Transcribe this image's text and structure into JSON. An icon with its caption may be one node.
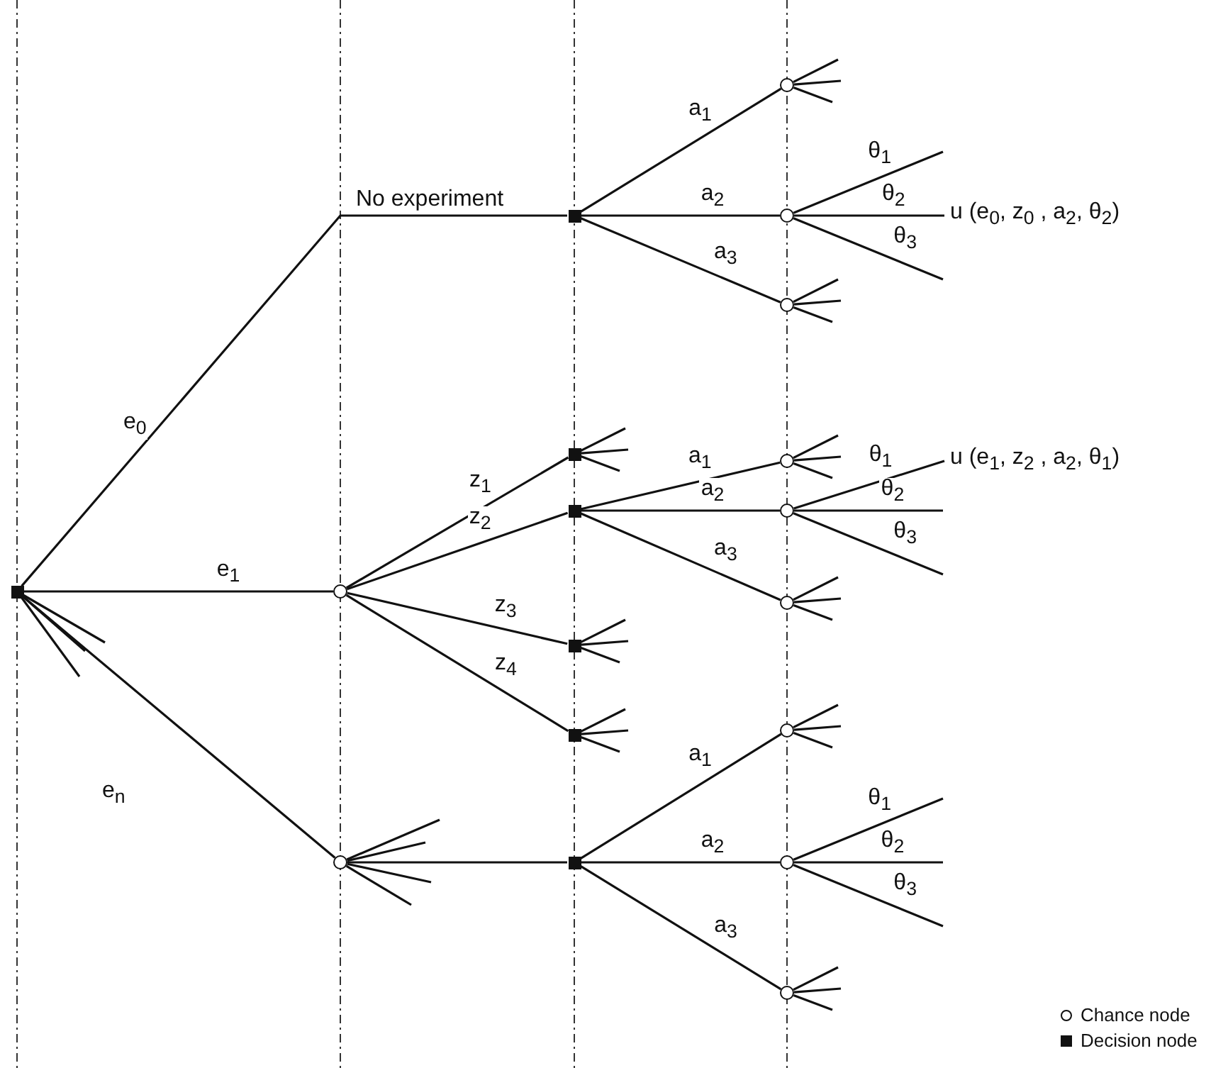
{
  "diagram": {
    "nodes": [
      {
        "text": [],
        "shape": "box"
      },
      {
        "text": [],
        "shape": "box"
      },
      {
        "text": [],
        "shape": "circle"
      },
      {
        "text": [],
        "shape": "circle"
      },
      {
        "text": [],
        "shape": "circle"
      },
      {
        "text": [
          "u (e$_{0}$, z$_{0}$ , a$_{2}$, θ$_{2}$)"
        ]
      },
      {
        "text": [],
        "shape": "circle"
      },
      {
        "text": [],
        "shape": "box"
      },
      {
        "text": [],
        "shape": "box"
      },
      {
        "text": [],
        "shape": "box"
      },
      {
        "text": [],
        "shape": "box"
      },
      {
        "text": [],
        "shape": "circle"
      },
      {
        "text": [],
        "shape": "circle"
      },
      {
        "text": [],
        "shape": "circle"
      },
      {
        "text": [
          "u (e$_{1}$, z$_{2}$ , a$_{2}$, θ$_{1}$)"
        ]
      },
      {
        "text": [],
        "shape": "circle"
      },
      {
        "text": [],
        "shape": "box"
      },
      {
        "text": [],
        "shape": "circle"
      },
      {
        "text": [],
        "shape": "circle"
      },
      {
        "text": [],
        "shape": "circle"
      }
    ],
    "edges": [
      {
        "from": 0,
        "to": 1,
        "arrow": "none",
        "label": "e$_{0}$"
      },
      {
        "from": 0,
        "to": 6,
        "arrow": "none",
        "label": "e$_{1}$"
      },
      {
        "from": 0,
        "to": 15,
        "arrow": "none",
        "label": "e$_{n}$"
      },
      {
        "from": 0,
        "to": null,
        "arrow": "none"
      },
      {
        "from": 0,
        "to": null,
        "arrow": "none"
      },
      {
        "from": 0,
        "to": null,
        "arrow": "none"
      },
      {
        "from": 1,
        "to": 2,
        "arrow": "none",
        "label": "a$_{1}$"
      },
      {
        "from": 1,
        "to": 3,
        "arrow": "none",
        "label": "a$_{2}$"
      },
      {
        "from": 1,
        "to": 4,
        "arrow": "none",
        "label": "a$_{3}$"
      },
      {
        "from": 2,
        "to": null,
        "arrow": "none"
      },
      {
        "from": 2,
        "to": null,
        "arrow": "none"
      },
      {
        "from": 2,
        "to": null,
        "arrow": "none"
      },
      {
        "from": 3,
        "to": null,
        "arrow": "none",
        "label": "θ$_{1}$"
      },
      {
        "from": 3,
        "to": 5,
        "arrow": "none",
        "label": "θ$_{2}$"
      },
      {
        "from": 3,
        "to": null,
        "arrow": "none",
        "label": "θ$_{3}$"
      },
      {
        "from": 4,
        "to": null,
        "arrow": "none"
      },
      {
        "from": 4,
        "to": null,
        "arrow": "none"
      },
      {
        "from": 4,
        "to": null,
        "arrow": "none"
      },
      {
        "from": 6,
        "to": 7,
        "arrow": "none",
        "label": "z$_{1}$"
      },
      {
        "from": 6,
        "to": 8,
        "arrow": "none",
        "label": "z$_{2}$"
      },
      {
        "from": 6,
        "to": 9,
        "arrow": "none",
        "label": "z$_{3}$"
      },
      {
        "from": 6,
        "to": 10,
        "arrow": "none",
        "label": "z$_{4}$"
      },
      {
        "from": 7,
        "to": null,
        "arrow": "none"
      },
      {
        "from": 7,
        "to": null,
        "arrow": "none"
      },
      {
        "from": 7,
        "to": null,
        "arrow": "none"
      },
      {
        "from": 8,
        "to": 11,
        "arrow": "none",
        "label": "a$_{1}$"
      },
      {
        "from": 8,
        "to": 12,
        "arrow": "none",
        "label": "a$_{2}$"
      },
      {
        "from": 8,
        "to": 13,
        "arrow": "none",
        "label": "a$_{3}$"
      },
      {
        "from": 9,
        "to": null,
        "arrow": "none"
      },
      {
        "from": 9,
        "to": null,
        "arrow": "none"
      },
      {
        "from": 9,
        "to": null,
        "arrow": "none"
      },
      {
        "from": 10,
        "to": null,
        "arrow": "none"
      },
      {
        "from": 10,
        "to": null,
        "arrow": "none"
      },
      {
        "from": 10,
        "to": null,
        "arrow": "none"
      },
      {
        "from": 11,
        "to": null,
        "arrow": "none"
      },
      {
        "from": 11,
        "to": null,
        "arrow": "none"
      },
      {
        "from": 11,
        "to": null,
        "arrow": "none"
      },
      {
        "from": 12,
        "to": 14,
        "arrow": "none",
        "label": "θ$_{1}$"
      },
      {
        "from": 12,
        "to": null,
        "arrow": "none",
        "label": "θ$_{2}$"
      },
      {
        "from": 12,
        "to": null,
        "arrow": "none",
        "label": "θ$_{3}$"
      },
      {
        "from": 13,
        "to": null,
        "arrow": "none"
      },
      {
        "from": 13,
        "to": null,
        "arrow": "none"
      },
      {
        "from": 13,
        "to": null,
        "arrow": "none"
      },
      {
        "from": 15,
        "to": null,
        "arrow": "none"
      },
      {
        "from": 15,
        "to": null,
        "arrow": "none"
      },
      {
        "from": 15,
        "to": null,
        "arrow": "none"
      },
      {
        "from": 15,
        "to": null,
        "arrow": "none"
      },
      {
        "from": 15,
        "to": 16,
        "arrow": "none"
      },
      {
        "from": 16,
        "to": 17,
        "arrow": "none",
        "label": "a$_{1}$"
      },
      {
        "from": 16,
        "to": 18,
        "arrow": "none",
        "label": "a$_{2}$"
      },
      {
        "from": 16,
        "to": 19,
        "arrow": "none",
        "label": "a$_{3}$"
      },
      {
        "from": 17,
        "to": null,
        "arrow": "none"
      },
      {
        "from": 17,
        "to": null,
        "arrow": "none"
      },
      {
        "from": 17,
        "to": null,
        "arrow": "none"
      },
      {
        "from": 18,
        "to": null,
        "arrow": "none",
        "label": "θ$_{1}$"
      },
      {
        "from": 18,
        "to": null,
        "arrow": "none",
        "label": "θ$_{2}$"
      },
      {
        "from": 18,
        "to": null,
        "arrow": "none",
        "label": "θ$_{3}$"
      },
      {
        "from": 19,
        "to": null,
        "arrow": "none"
      },
      {
        "from": 19,
        "to": null,
        "arrow": "none"
      },
      {
        "from": 19,
        "to": null,
        "arrow": "none"
      }
    ],
    "labels": [
      "No experiment"
    ],
    "legend": [
      {
        "text": "Chance node"
      },
      {
        "text": "Decision node"
      }
    ]
  }
}
